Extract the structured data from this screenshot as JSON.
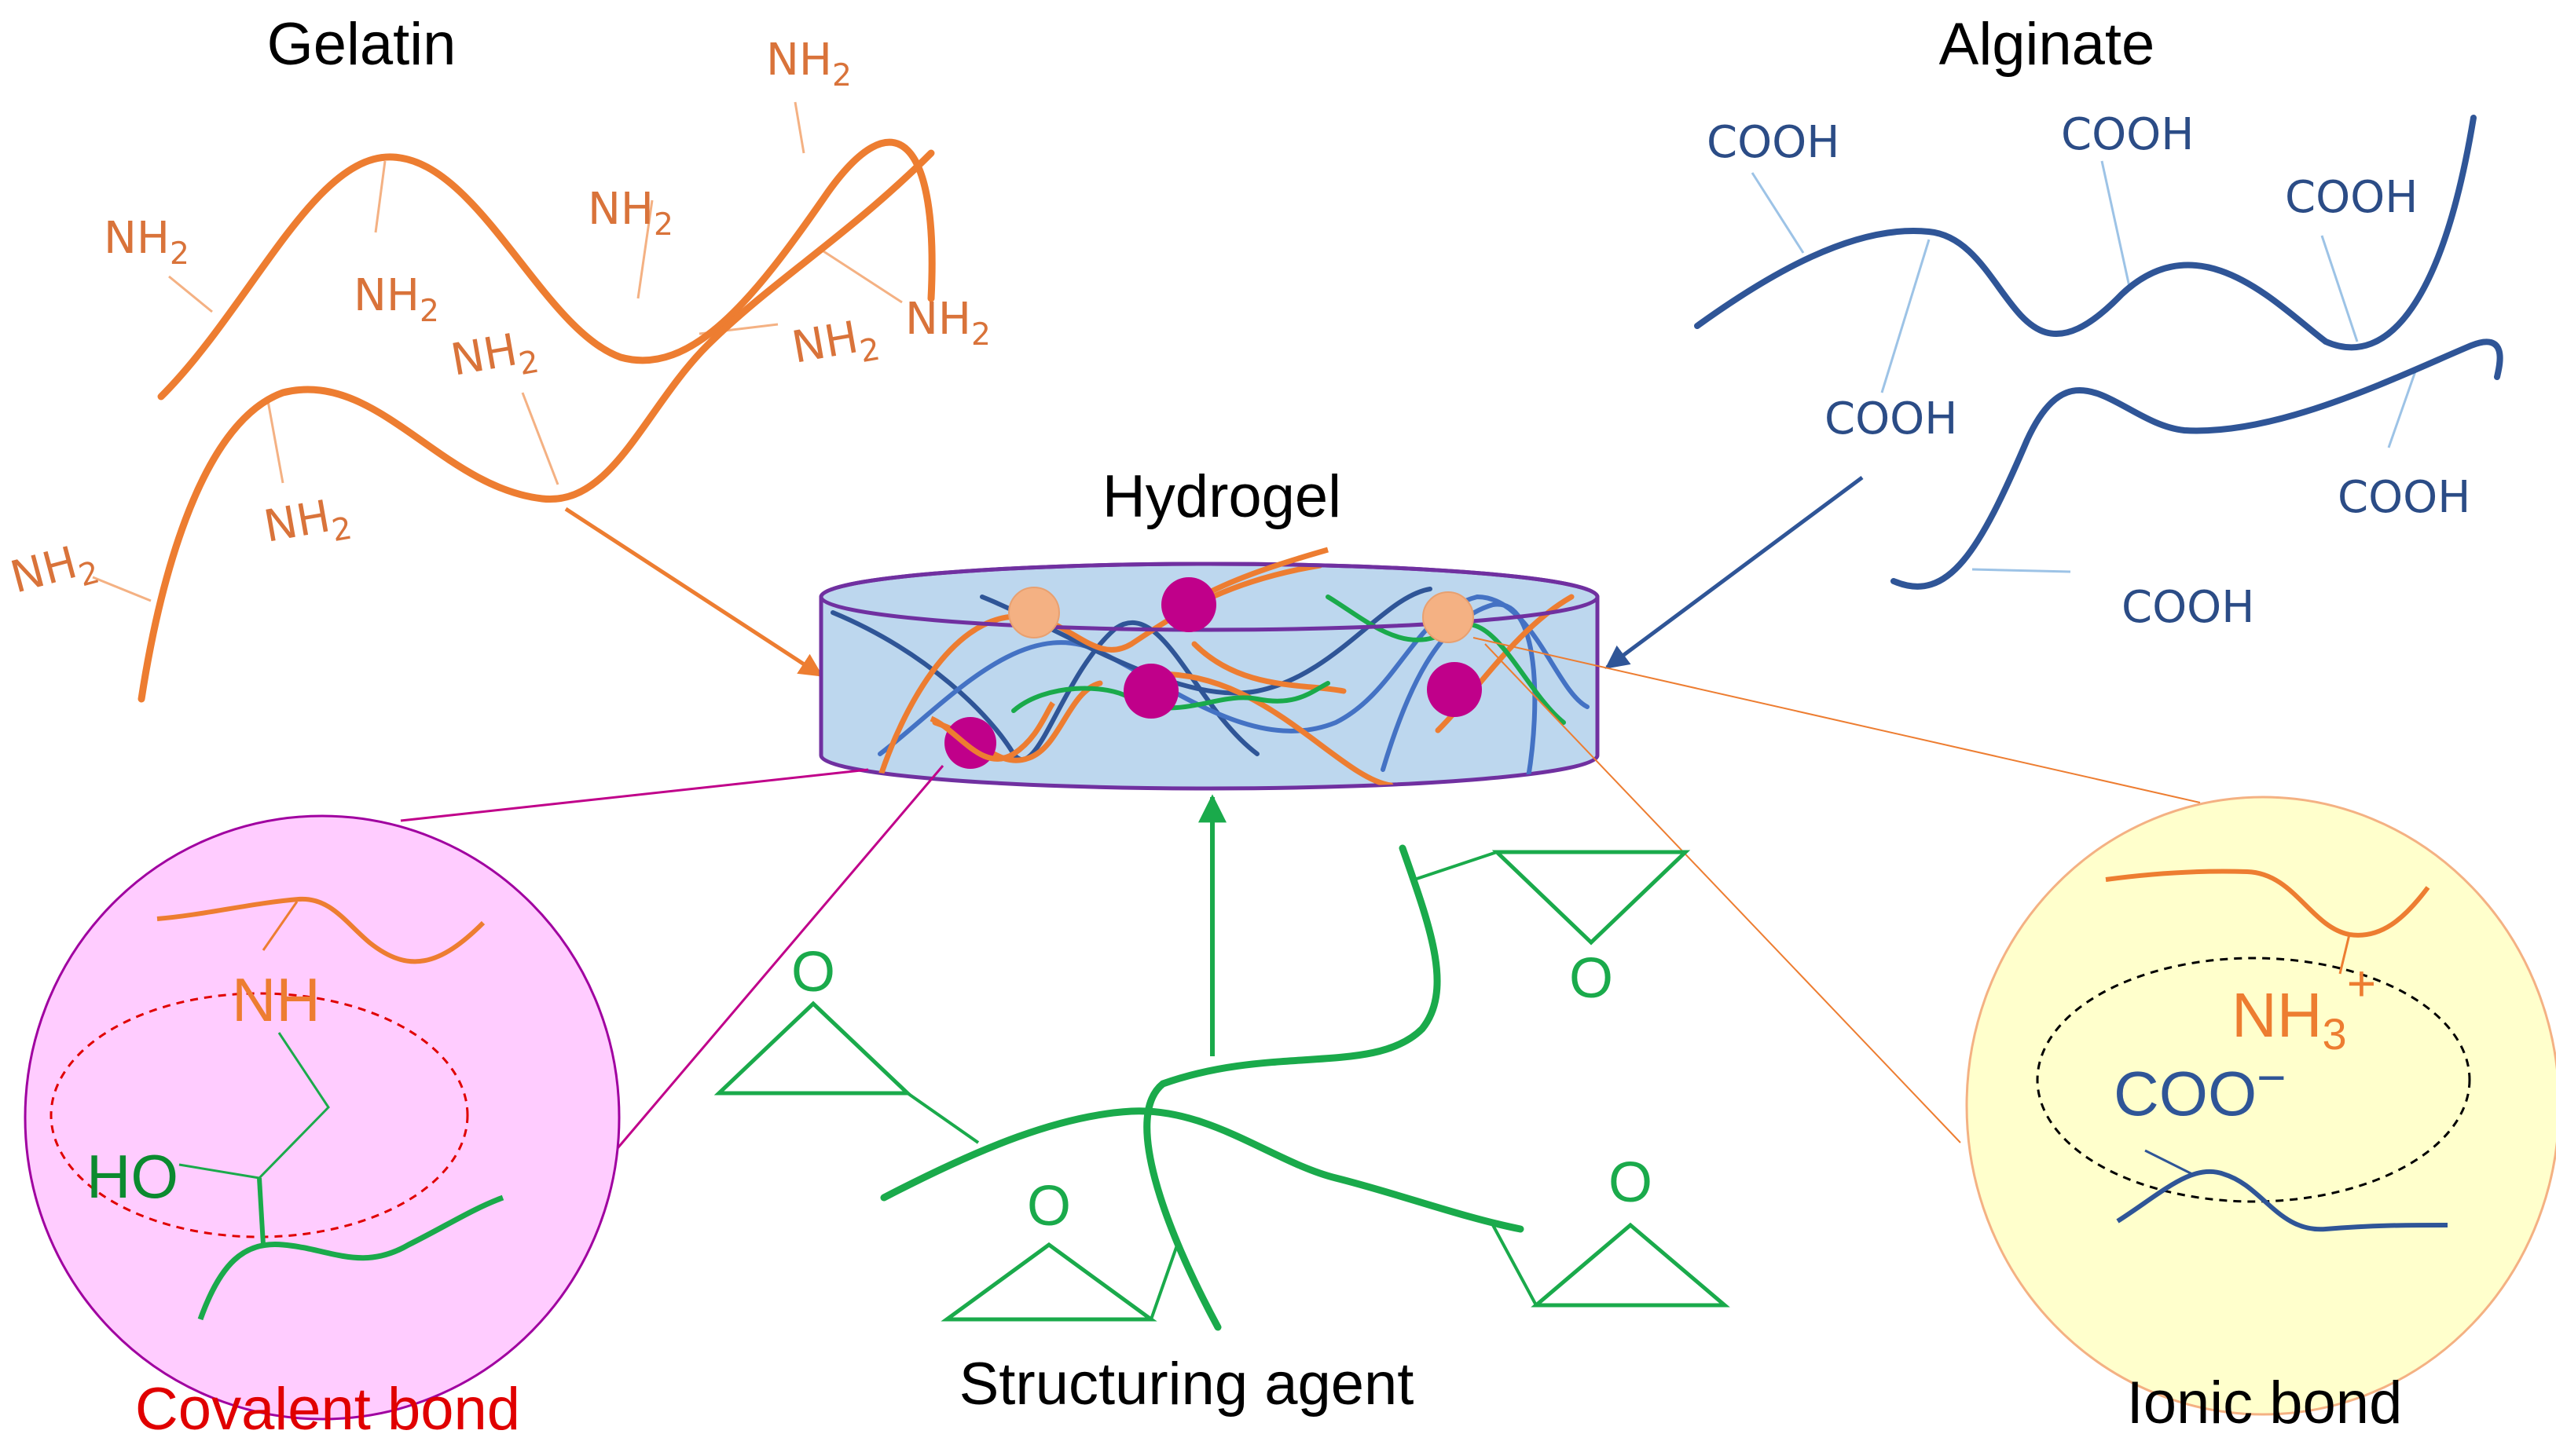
{
  "labels": {
    "gelatin": "Gelatin",
    "alginate": "Alginate",
    "hydrogel": "Hydrogel",
    "structuring_agent": "Structuring agent",
    "covalent_bond": "Covalent bond",
    "ionic_bond": "Ionic bond"
  },
  "groups": {
    "amine_main": "NH",
    "amine_sub": "2",
    "carboxyl": "COOH",
    "epoxide_o": "O",
    "covalent_nh": "NH",
    "covalent_ho": "HO",
    "ionic_nh_main": "NH",
    "ionic_nh_sub": "3",
    "ionic_nh_charge": "+",
    "ionic_coo_main": "COO",
    "ionic_coo_charge": "−"
  },
  "colors": {
    "gelatin": "#ED7D31",
    "gelatin_label": "#D9733A",
    "alginate": "#2F5597",
    "alginate_label": "#2B4C86",
    "structuring_agent": "#1AAA4B",
    "covalent_site": "#C0008A",
    "ionic_site": "#F4B183",
    "hydrogel_fill": "#BDD7EE",
    "hydrogel_border": "#7030A0",
    "covalent_circle": "#FFCCFF",
    "ionic_circle": "#FFFFCC",
    "covalent_text": "#E00000",
    "covalent_dashed": "#E00000"
  }
}
